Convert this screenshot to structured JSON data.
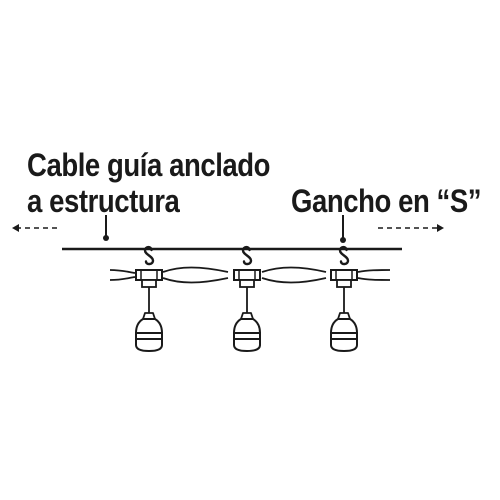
{
  "labels": {
    "guide_cable_line1": "Cable guía anclado",
    "guide_cable_line2": "a estructura",
    "s_hook": "Gancho en “S”"
  },
  "colors": {
    "ink": "#1a1a1a",
    "background": "#ffffff"
  },
  "icons": {
    "hook": "s-hook-icon",
    "bulb": "light-bulb-icon",
    "arrow_left": "dashed-arrow-left-icon",
    "arrow_right": "dashed-arrow-right-icon"
  }
}
